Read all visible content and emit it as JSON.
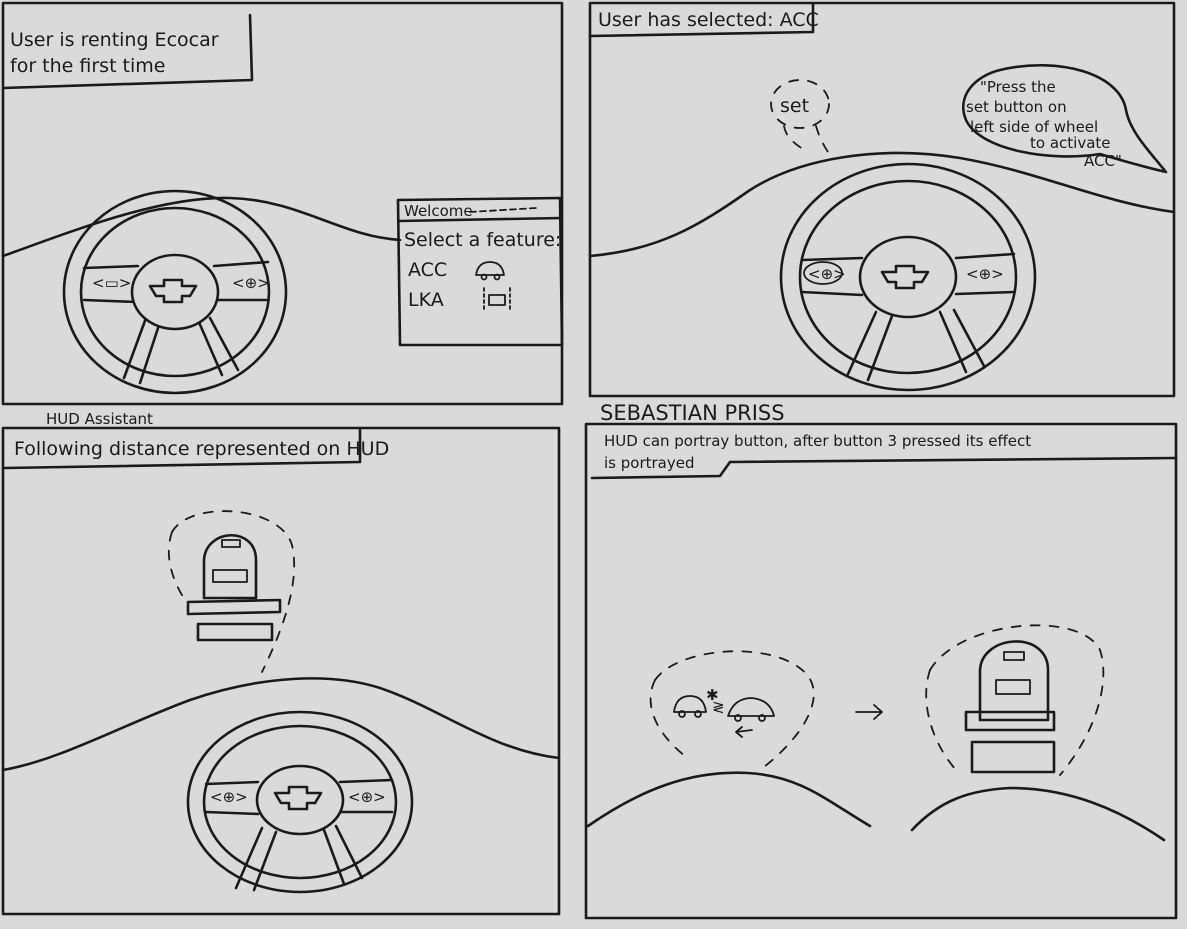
{
  "panels": [
    {
      "caption_lines": [
        "User is renting Ecocar",
        "for the first time"
      ],
      "menu": {
        "header": "Welcome",
        "prompt": "Select a feature:",
        "items": [
          {
            "label": "ACC",
            "icon": "car-outline-icon"
          },
          {
            "label": "LKA",
            "icon": "lane-keep-icon"
          }
        ]
      }
    },
    {
      "caption": "User has selected: ACC",
      "bubble_set": "set",
      "speech_lines": [
        "\"Press the",
        "set button on",
        "left side of wheel",
        "to activate",
        "ACC\""
      ]
    },
    {
      "caption": "Following distance represented on HUD"
    },
    {
      "caption_lines": [
        "HUD can portray button, after button 3 pressed its effect",
        "is portrayed"
      ]
    }
  ],
  "labels": {
    "hud_assistant": "HUD Assistant",
    "author": "SEBASTIAN PRISS"
  }
}
